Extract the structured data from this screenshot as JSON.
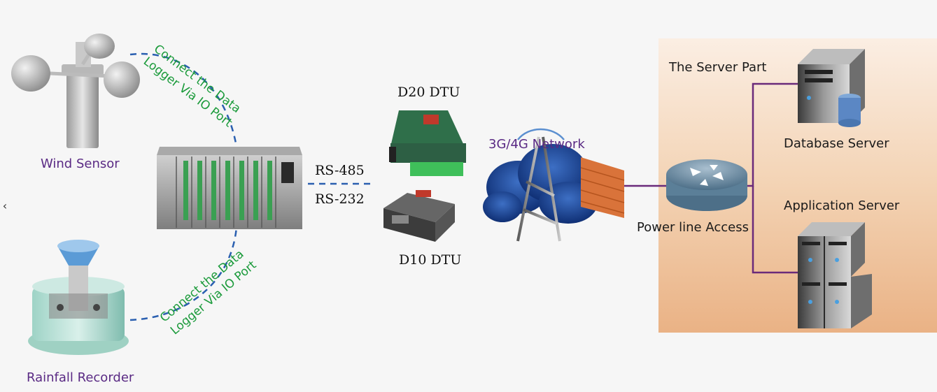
{
  "labels": {
    "wind_sensor": "Wind Sensor",
    "rainfall_recorder": "Rainfall Recorder",
    "connect_top_line1": "Connect the Data",
    "connect_top_line2": "Logger Via IO Port",
    "connect_bottom_line1": "Connect the Data",
    "connect_bottom_line2": "Logger Via IO Port",
    "rs485": "RS-485",
    "rs232": "RS-232",
    "d20": "D20 DTU",
    "d10": "D10 DTU",
    "network": "3G/4G Network",
    "server_part": "The Server Part",
    "database_server": "Database Server",
    "application_server": "Application Server",
    "power_line": "Power line Access"
  },
  "colors": {
    "link_dash": "#2a5fb0",
    "server_link": "#6a2a7a",
    "label_purple": "#5a2a84",
    "label_green": "#1a9a3a"
  },
  "icons": {
    "nav": "chevron-left-icon"
  }
}
